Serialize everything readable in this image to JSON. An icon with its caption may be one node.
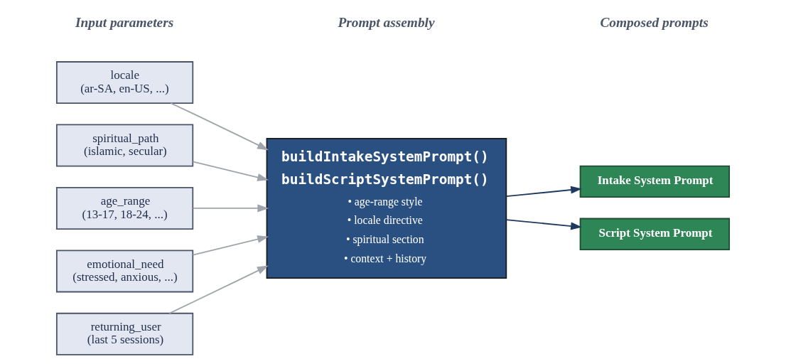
{
  "diagram": {
    "nodes": [
      {
        "text": [
          "locale",
          "(ar-SA, en-US, ...)"
        ]
      },
      {
        "text": [
          "spiritual_path",
          "(islamic, secular)"
        ]
      },
      {
        "text": [
          "age_range",
          "(13-17, 18-24, ...)"
        ]
      },
      {
        "text": [
          "emotional_need",
          "(stressed, anxious, ...)"
        ]
      },
      {
        "text": [
          "returning_user",
          "(last 5 sessions)"
        ]
      },
      {
        "text": [
          "buildIntakeSystemPrompt()",
          "buildScriptSystemPrompt()",
          "• age-range style",
          "• locale directive",
          "• spiritual section",
          "• context + history"
        ]
      },
      {
        "text": [
          "Intake System Prompt"
        ]
      },
      {
        "text": [
          "Script System Prompt"
        ]
      }
    ],
    "edges": [
      {
        "from": 0,
        "to": 5,
        "arrow": "to"
      },
      {
        "from": 1,
        "to": 5,
        "arrow": "to"
      },
      {
        "from": 2,
        "to": 5,
        "arrow": "to"
      },
      {
        "from": 3,
        "to": 5,
        "arrow": "to"
      },
      {
        "from": 4,
        "to": 5,
        "arrow": "to"
      },
      {
        "from": 5,
        "to": 6,
        "arrow": "to",
        "color": "#1f3a5f"
      },
      {
        "from": 5,
        "to": 7,
        "arrow": "to",
        "color": "#1f3a5f"
      }
    ],
    "labels": [
      "Input parameters",
      "Prompt assembly",
      "Composed prompts"
    ]
  }
}
